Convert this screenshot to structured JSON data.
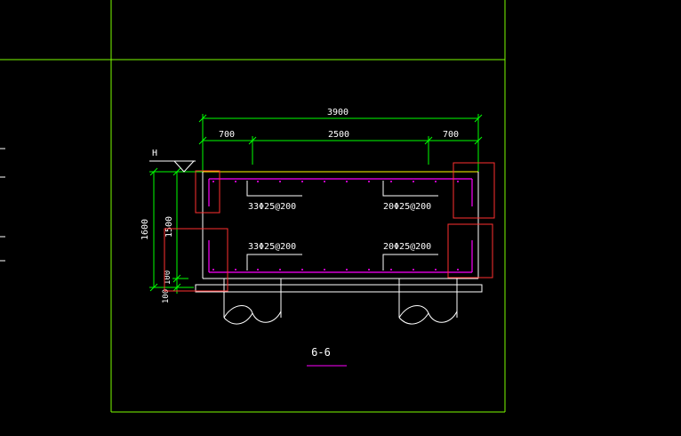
{
  "drawing": {
    "dimensions": {
      "overall_width": "3900",
      "left_seg": "700",
      "middle_seg": "2500",
      "right_seg": "700",
      "height_total": "1600",
      "height_inner": "1500",
      "height_a": "100",
      "height_b": "100"
    },
    "elevation_mark": "H",
    "rebar_labels": {
      "top_left": "33Φ25@200",
      "top_right": "20Φ25@200",
      "bottom_left": "33Φ25@200",
      "bottom_right": "20Φ25@200"
    },
    "section_label": "6-6",
    "colors": {
      "background": "#000000",
      "frame_lines": "#7cfc00",
      "dimension_lines": "#00ff00",
      "concrete_outline": "#ffffff",
      "rebar": "#ff00ff",
      "highlight_box": "#ff3030",
      "cap_top_line": "#ffff00"
    }
  }
}
